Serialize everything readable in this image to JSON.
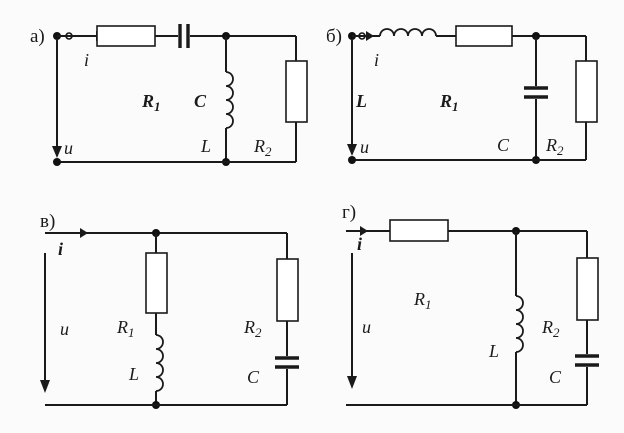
{
  "circuits": [
    {
      "tag": "а)",
      "current": "i",
      "voltage": "u",
      "labels": {
        "r1": "R",
        "r1_sub": "1",
        "c": "C",
        "l": "L",
        "r2": "R",
        "r2_sub": "2"
      }
    },
    {
      "tag": "б)",
      "current": "i",
      "voltage": "u",
      "labels": {
        "l_bold": "L",
        "r1": "R",
        "r1_sub": "1",
        "c": "C",
        "r2": "R",
        "r2_sub": "2"
      }
    },
    {
      "tag": "в)",
      "current": "i",
      "voltage": "u",
      "labels": {
        "r1": "R",
        "r1_sub": "1",
        "l": "L",
        "r2": "R",
        "r2_sub": "2",
        "c": "C"
      }
    },
    {
      "tag": "г)",
      "current": "i",
      "voltage": "u",
      "labels": {
        "r1": "R",
        "r1_sub": "1",
        "l": "L",
        "r2": "R",
        "r2_sub": "2",
        "c": "C"
      }
    }
  ]
}
